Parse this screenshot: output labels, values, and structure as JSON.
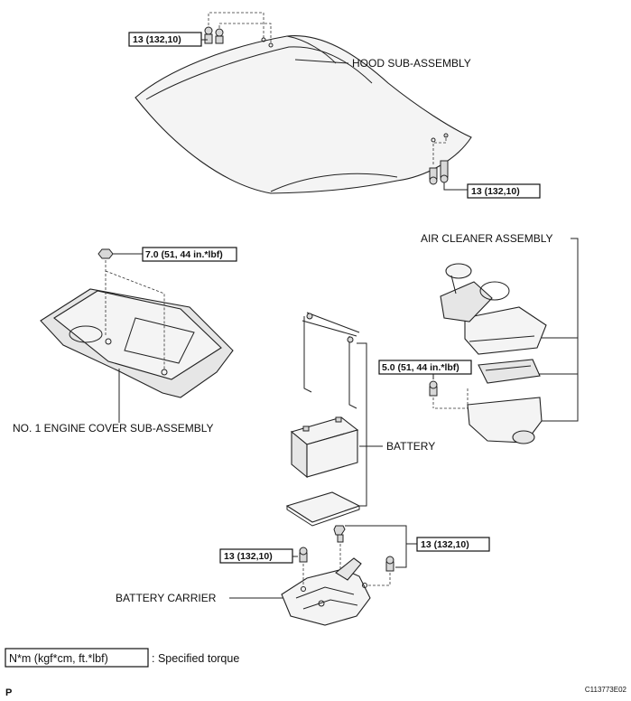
{
  "labels": {
    "hood": "HOOD SUB-ASSEMBLY",
    "air_cleaner": "AIR CLEANER ASSEMBLY",
    "engine_cover": "NO. 1 ENGINE COVER SUB-ASSEMBLY",
    "battery": "BATTERY",
    "battery_carrier": "BATTERY CARRIER"
  },
  "torques": {
    "hood_top": "13 (132,10)",
    "hood_bottom": "13 (132,10)",
    "engine_cover": "7.0 (51, 44 in.*lbf)",
    "air_cleaner": "5.0 (51, 44 in.*lbf)",
    "carrier_right": "13 (132,10)",
    "carrier_left": "13 (132,10)"
  },
  "legend": {
    "unit_box": "N*m (kgf*cm, ft.*lbf)",
    "description": ": Specified torque"
  },
  "footer": {
    "page_letter": "P",
    "figure_code": "C113773E02"
  }
}
